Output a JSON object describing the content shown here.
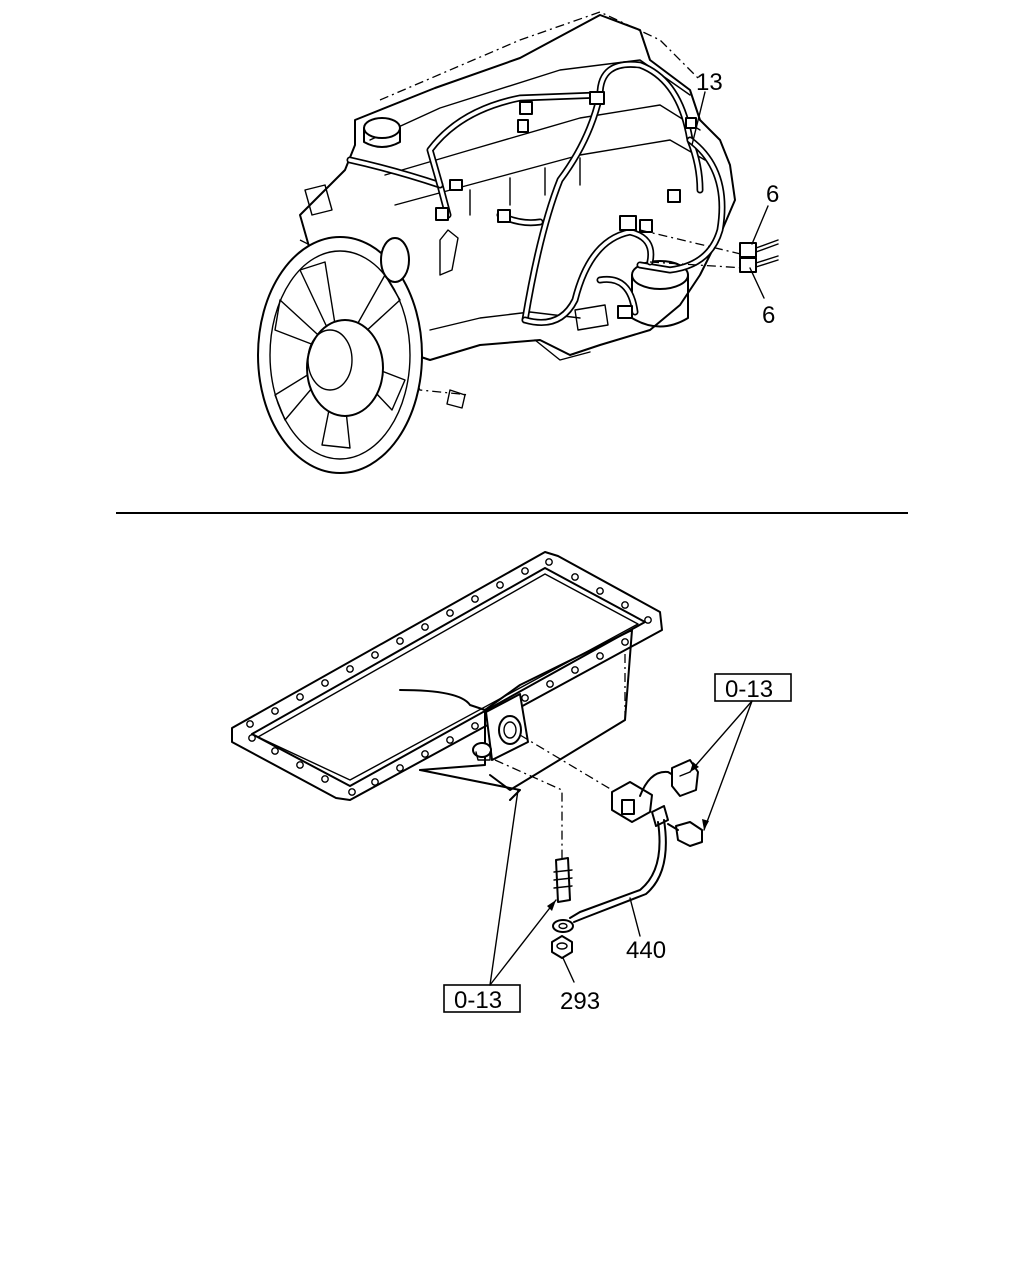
{
  "upper_view": {
    "callouts": [
      {
        "id": "harness",
        "text": "13"
      },
      {
        "id": "connector-top",
        "text": "6"
      },
      {
        "id": "connector-bottom",
        "text": "6"
      }
    ]
  },
  "lower_view": {
    "ref_boxes": [
      {
        "id": "ref-right",
        "text": "0-13"
      },
      {
        "id": "ref-left",
        "text": "0-13"
      }
    ],
    "callouts": [
      {
        "id": "cable",
        "text": "440"
      },
      {
        "id": "nut",
        "text": "293"
      }
    ]
  }
}
